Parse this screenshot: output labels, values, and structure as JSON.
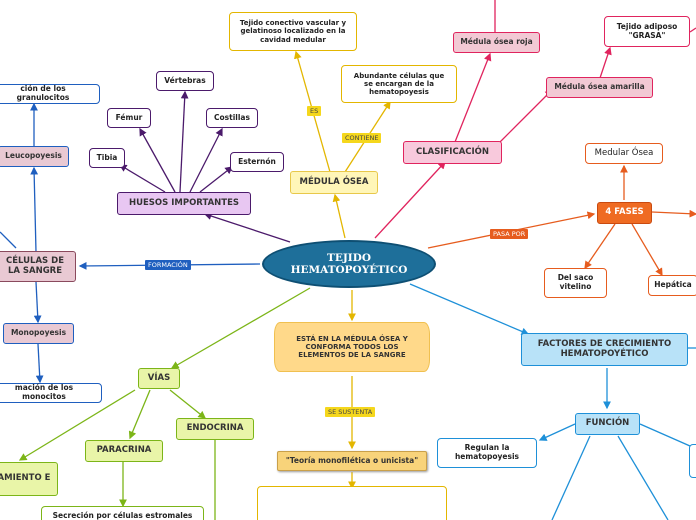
{
  "center": {
    "label": "TEJIDO HEMATOPOYÉTICO"
  },
  "medula_osea": {
    "label": "MÉDULA ÓSEA",
    "tejido_conectivo": "Tejido conectivo vascular y gelatinoso localizado en la cavidad medular",
    "contiene_label": "ES",
    "contiene2_label": "CONTIENE",
    "celulas": "Abundante células que se encargan de la hematopoyesis"
  },
  "clasificacion": {
    "label": "CLASIFICACIÓN",
    "roja": "Médula ósea roja",
    "amarilla": "Médula ósea amarilla",
    "adiposo": "Tejido adiposo \"GRASA\""
  },
  "fases": {
    "label": "4 FASES",
    "pasa_por": "PASA POR",
    "medular": "Medular Ósea",
    "saco": "Del saco vitelino",
    "hepatica": "Hepática"
  },
  "huesos": {
    "label": "HUESOS IMPORTANTES",
    "vertebras": "Vértebras",
    "femur": "Fémur",
    "costillas": "Costillas",
    "tibia": "Tibia",
    "esternon": "Esternón"
  },
  "celulas_sangre": {
    "label": "CÉLULAS DE LA SANGRE",
    "formacion": "FORMACIÓN",
    "leucopoyesis": "Leucopoyesis",
    "granulocitos": "ción de los granulocitos",
    "monopoyesis": "Monopoyesis",
    "monocitos": "mación de los monocitos"
  },
  "medula_conforma": {
    "label": "ESTÁ EN LA MÉDULA ÓSEA Y CONFORMA TODOS LOS ELEMENTOS DE LA SANGRE",
    "sustenta": "SE SUSTENTA",
    "teoria": "\"Teoría monofilética o unicista\""
  },
  "vias": {
    "label": "VÍAS",
    "paracrina": "PARACRINA",
    "endocrina": "ENDOCRINA",
    "contacto": "AMIENTO E",
    "secrecion": "Secreción por células estromales"
  },
  "factores": {
    "label": "FACTORES DE CRECIMIENTO HEMATOPOYÉTICO",
    "funcion": "FUNCIÓN",
    "regulan": "Regulan la hematopoyesis"
  }
}
